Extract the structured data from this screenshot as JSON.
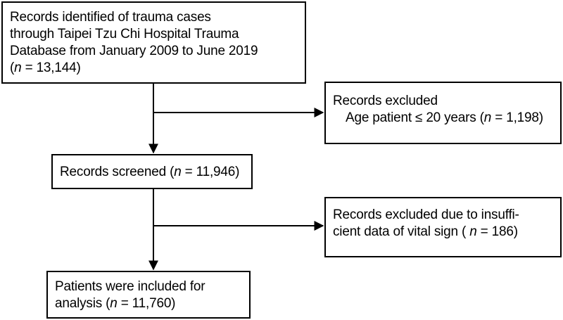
{
  "flowchart": {
    "identified": {
      "lines": [
        "Records identified of trauma cases",
        "through Taipei Tzu Chi Hospital Trauma",
        "Database from January 2009 to June 2019"
      ],
      "count_open": "(",
      "count_var": "n",
      "count_rest": " = 13,144)"
    },
    "excluded_age": {
      "title": "Records excluded",
      "detail_pre": "Age patient ≤ 20 years (",
      "detail_var": "n",
      "detail_rest": " = 1,198)"
    },
    "screened": {
      "pre": "Records screened (",
      "var": "n",
      "rest": " = 11,946)"
    },
    "excluded_vital": {
      "line1": "Records excluded due to insuffi-",
      "line2_pre": "cient data of vital sign ( ",
      "line2_var": "n",
      "line2_rest": " = 186)"
    },
    "included": {
      "line1": "Patients were included for",
      "line2_pre": "analysis (",
      "line2_var": "n",
      "line2_rest": " = 11,760)"
    }
  },
  "colors": {
    "stroke": "#000000",
    "background": "#ffffff"
  }
}
